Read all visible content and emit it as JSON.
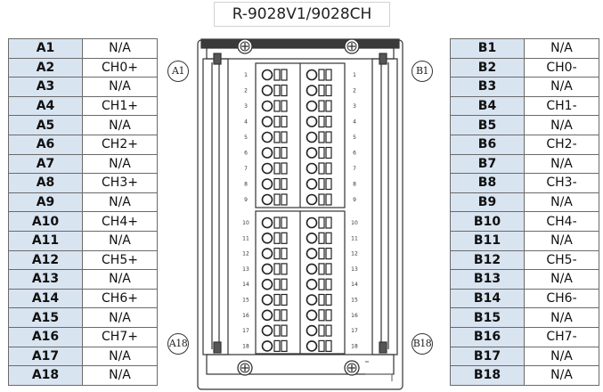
{
  "title": "R-9028V1/9028CH",
  "left_table": [
    {
      "pin": "A1",
      "signal": "N/A"
    },
    {
      "pin": "A2",
      "signal": "CH0+"
    },
    {
      "pin": "A3",
      "signal": "N/A"
    },
    {
      "pin": "A4",
      "signal": "CH1+"
    },
    {
      "pin": "A5",
      "signal": "N/A"
    },
    {
      "pin": "A6",
      "signal": "CH2+"
    },
    {
      "pin": "A7",
      "signal": "N/A"
    },
    {
      "pin": "A8",
      "signal": "CH3+"
    },
    {
      "pin": "A9",
      "signal": "N/A"
    },
    {
      "pin": "A10",
      "signal": "CH4+"
    },
    {
      "pin": "A11",
      "signal": "N/A"
    },
    {
      "pin": "A12",
      "signal": "CH5+"
    },
    {
      "pin": "A13",
      "signal": "N/A"
    },
    {
      "pin": "A14",
      "signal": "CH6+"
    },
    {
      "pin": "A15",
      "signal": "N/A"
    },
    {
      "pin": "A16",
      "signal": "CH7+"
    },
    {
      "pin": "A17",
      "signal": "N/A"
    },
    {
      "pin": "A18",
      "signal": "N/A"
    }
  ],
  "right_table": [
    {
      "pin": "B1",
      "signal": "N/A"
    },
    {
      "pin": "B2",
      "signal": "CH0-"
    },
    {
      "pin": "B3",
      "signal": "N/A"
    },
    {
      "pin": "B4",
      "signal": "CH1-"
    },
    {
      "pin": "B5",
      "signal": "N/A"
    },
    {
      "pin": "B6",
      "signal": "CH2-"
    },
    {
      "pin": "B7",
      "signal": "N/A"
    },
    {
      "pin": "B8",
      "signal": "CH3-"
    },
    {
      "pin": "B9",
      "signal": "N/A"
    },
    {
      "pin": "B10",
      "signal": "CH4-"
    },
    {
      "pin": "B11",
      "signal": "N/A"
    },
    {
      "pin": "B12",
      "signal": "CH5-"
    },
    {
      "pin": "B13",
      "signal": "N/A"
    },
    {
      "pin": "B14",
      "signal": "CH6-"
    },
    {
      "pin": "B15",
      "signal": "N/A"
    },
    {
      "pin": "B16",
      "signal": "CH7-"
    },
    {
      "pin": "B17",
      "signal": "N/A"
    },
    {
      "pin": "B18",
      "signal": "N/A"
    }
  ],
  "callouts": {
    "a1": "A1",
    "a18": "A18",
    "b1": "B1",
    "b18": "B18"
  },
  "terminal_numbers": [
    "1",
    "2",
    "3",
    "4",
    "5",
    "6",
    "7",
    "8",
    "9",
    "10",
    "11",
    "12",
    "13",
    "14",
    "15",
    "16",
    "17",
    "18"
  ],
  "colors": {
    "pin_cell": "#d9e4f1",
    "border": "#6a6a6a",
    "module_line": "#333333"
  }
}
